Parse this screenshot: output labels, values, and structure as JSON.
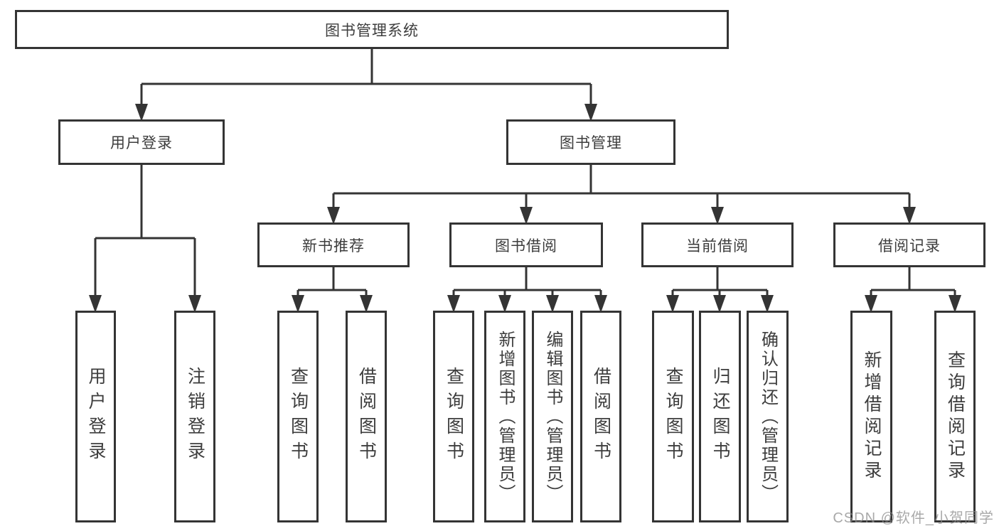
{
  "tree": {
    "root": {
      "label": "图书管理系统",
      "children": [
        {
          "label": "用户登录",
          "children": [
            {
              "label": "用户登录"
            },
            {
              "label": "注销登录"
            }
          ]
        },
        {
          "label": "图书管理",
          "children": [
            {
              "label": "新书推荐",
              "children": [
                {
                  "label": "查询图书"
                },
                {
                  "label": "借阅图书"
                }
              ]
            },
            {
              "label": "图书借阅",
              "children": [
                {
                  "label": "查询图书"
                },
                {
                  "label": "新增图书（管理员）"
                },
                {
                  "label": "编辑图书（管理员）"
                },
                {
                  "label": "借阅图书"
                }
              ]
            },
            {
              "label": "当前借阅",
              "children": [
                {
                  "label": "查询图书"
                },
                {
                  "label": "归还图书"
                },
                {
                  "label": "确认归还（管理员）"
                }
              ]
            },
            {
              "label": "借阅记录",
              "children": [
                {
                  "label": "新增借阅记录"
                },
                {
                  "label": "查询借阅记录"
                }
              ]
            }
          ]
        }
      ]
    }
  },
  "watermark": {
    "text": "CSDN @软件_小贺同学"
  },
  "colors": {
    "line": "#343434",
    "box_border": "#343434",
    "text": "#3d3d3d",
    "watermark": "#8c8c8c",
    "background": "#ffffff"
  }
}
